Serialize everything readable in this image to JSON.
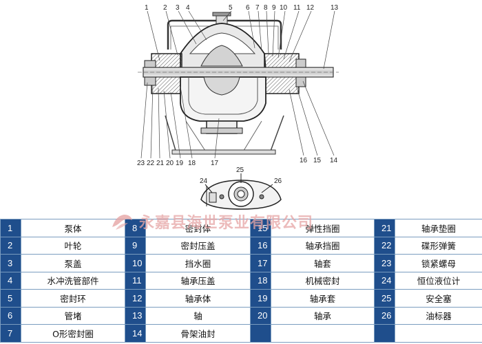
{
  "callouts_top": [
    "1",
    "2",
    "3",
    "4",
    "5",
    "6",
    "7",
    "8",
    "9",
    "10",
    "11",
    "12",
    "13"
  ],
  "callouts_bottom": [
    "23",
    "22",
    "21",
    "20",
    "19",
    "18",
    "17",
    "16",
    "15",
    "14"
  ],
  "callouts_detail": [
    "24",
    "25",
    "26"
  ],
  "watermark_text": "永嘉县海世泵业有限公司",
  "watermark_color": "#e6a5a5",
  "num_cell_color": "#1f4e8c",
  "parts": [
    [
      {
        "num": "1",
        "name": "泵体"
      },
      {
        "num": "8",
        "name": "密封体"
      },
      {
        "num": "15",
        "name": "弹性挡圈"
      },
      {
        "num": "21",
        "name": "轴承垫圈"
      }
    ],
    [
      {
        "num": "2",
        "name": "叶轮"
      },
      {
        "num": "9",
        "name": "密封压盖"
      },
      {
        "num": "16",
        "name": "轴承挡圈"
      },
      {
        "num": "22",
        "name": "碟形弹簧"
      }
    ],
    [
      {
        "num": "3",
        "name": "泵盖"
      },
      {
        "num": "10",
        "name": "挡水圈"
      },
      {
        "num": "17",
        "name": "轴套"
      },
      {
        "num": "23",
        "name": "锁紧螺母"
      }
    ],
    [
      {
        "num": "4",
        "name": "水冲洗管部件"
      },
      {
        "num": "11",
        "name": "轴承压盖"
      },
      {
        "num": "18",
        "name": "机械密封"
      },
      {
        "num": "24",
        "name": "恒位液位计"
      }
    ],
    [
      {
        "num": "5",
        "name": "密封环"
      },
      {
        "num": "12",
        "name": "轴承体"
      },
      {
        "num": "19",
        "name": "轴承套"
      },
      {
        "num": "25",
        "name": "安全塞"
      }
    ],
    [
      {
        "num": "6",
        "name": "管堵"
      },
      {
        "num": "13",
        "name": "轴"
      },
      {
        "num": "20",
        "name": "轴承"
      },
      {
        "num": "26",
        "name": "油标器"
      }
    ],
    [
      {
        "num": "7",
        "name": "O形密封圈"
      },
      {
        "num": "14",
        "name": "骨架油封"
      },
      {
        "num": "",
        "name": ""
      },
      {
        "num": "",
        "name": ""
      }
    ]
  ]
}
